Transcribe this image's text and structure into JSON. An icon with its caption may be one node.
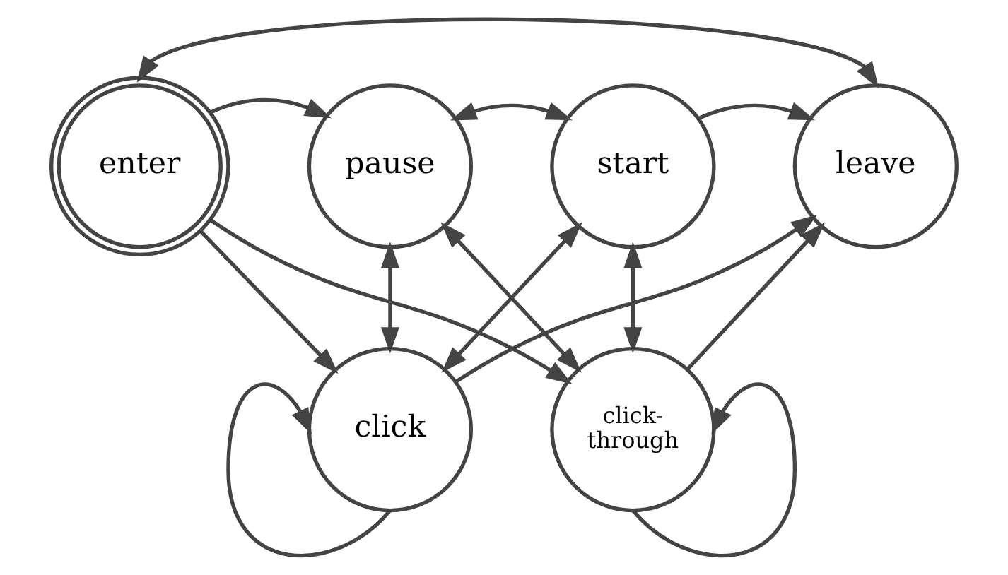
{
  "diagram": {
    "nodes": [
      {
        "text": [
          "enter"
        ]
      },
      {
        "text": [
          "pause"
        ]
      },
      {
        "text": [
          "start"
        ]
      },
      {
        "text": [
          "leave"
        ]
      },
      {
        "text": [
          "click"
        ]
      },
      {
        "text": [
          "click- through"
        ]
      }
    ],
    "edges": [
      {
        "from": 0,
        "to": 3,
        "arrow": "both"
      },
      {
        "from": 0,
        "to": 1,
        "arrow": "to"
      },
      {
        "from": 1,
        "to": 2,
        "arrow": "both"
      },
      {
        "from": 2,
        "to": 3,
        "arrow": "to"
      },
      {
        "from": 0,
        "to": 4,
        "arrow": "to"
      },
      {
        "from": 0,
        "to": 5,
        "arrow": "to"
      },
      {
        "from": 1,
        "to": 4,
        "arrow": "both"
      },
      {
        "from": 1,
        "to": 5,
        "arrow": "both"
      },
      {
        "from": 2,
        "to": 5,
        "arrow": "both"
      },
      {
        "from": 4,
        "to": 2,
        "arrow": "both"
      },
      {
        "from": 4,
        "to": 3,
        "arrow": "to"
      },
      {
        "from": 5,
        "to": 3,
        "arrow": "to"
      },
      {
        "from": 4,
        "to": 4,
        "arrow": "to"
      },
      {
        "from": 5,
        "to": 5,
        "arrow": "to"
      }
    ]
  }
}
